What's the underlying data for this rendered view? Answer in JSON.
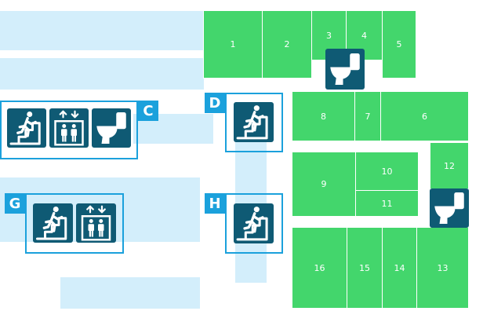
{
  "colors": {
    "room": "#43d66c",
    "corridor": "#d3eefb",
    "group_border": "#1ba1dc",
    "icon_bg": "#0f5a74"
  },
  "rooms": [
    "1",
    "2",
    "3",
    "4",
    "5",
    "6",
    "7",
    "8",
    "9",
    "10",
    "11",
    "12",
    "13",
    "14",
    "15",
    "16"
  ],
  "groups": {
    "c": {
      "label": "C",
      "icons": [
        "stairs-icon",
        "elevator-icon",
        "toilet-icon"
      ]
    },
    "d": {
      "label": "D",
      "icons": [
        "stairs-icon"
      ]
    },
    "g": {
      "label": "G",
      "icons": [
        "stairs-icon",
        "elevator-icon"
      ]
    },
    "h": {
      "label": "H",
      "icons": [
        "stairs-icon"
      ]
    }
  },
  "standalone_icons": [
    "toilet-icon",
    "toilet-icon"
  ]
}
